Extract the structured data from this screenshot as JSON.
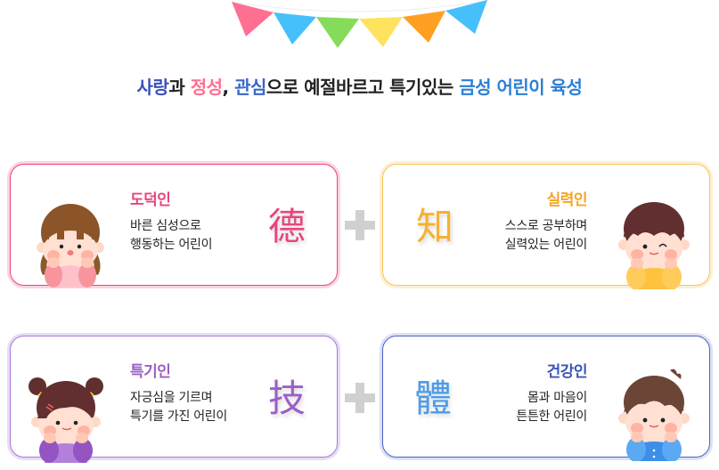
{
  "banner": {
    "flag_colors": [
      "#FF6F91",
      "#45C0FA",
      "#86DB5A",
      "#FFE25E",
      "#FFA022",
      "#45C0FA"
    ]
  },
  "slogan": {
    "segments": [
      {
        "text": "사랑",
        "color": "#3A4FB8"
      },
      {
        "text": "과 ",
        "color": "#222222"
      },
      {
        "text": "정성",
        "color": "#FF6F91"
      },
      {
        "text": ", ",
        "color": "#222222"
      },
      {
        "text": "관심",
        "color": "#3A67C9"
      },
      {
        "text": "으로 예절바르고 특기있는 ",
        "color": "#222222"
      },
      {
        "text": "금성 어린이 육성",
        "color": "#2B7FD6"
      }
    ]
  },
  "cards": [
    {
      "id": "moral",
      "title": "도덕인",
      "lines": [
        "바른 심성으로",
        "행동하는 어린이"
      ],
      "hanja": "德",
      "color": "#E8457F",
      "border": "#E8457F",
      "glow": "#FBD3E2"
    },
    {
      "id": "knowledge",
      "title": "실력인",
      "lines": [
        "스스로 공부하며",
        "실력있는 어린이"
      ],
      "hanja": "知",
      "color": "#F5B230",
      "border": "#F9C55A",
      "glow": "#FDEFD2"
    },
    {
      "id": "talent",
      "title": "특기인",
      "lines": [
        "자긍심을 기르며",
        "특기를 가진 어린이"
      ],
      "hanja": "技",
      "color": "#9B5FC6",
      "border": "#A77BD6",
      "glow": "#E8DBF5"
    },
    {
      "id": "health",
      "title": "건강인",
      "lines": [
        "몸과 마음이",
        "튼튼한 어린이"
      ],
      "hanja": "體",
      "color": "#3A55B8",
      "hanja_color": "#4C9BEA",
      "border": "#4D62C4",
      "glow": "#DBE1F5"
    }
  ],
  "plus_sign": "+"
}
